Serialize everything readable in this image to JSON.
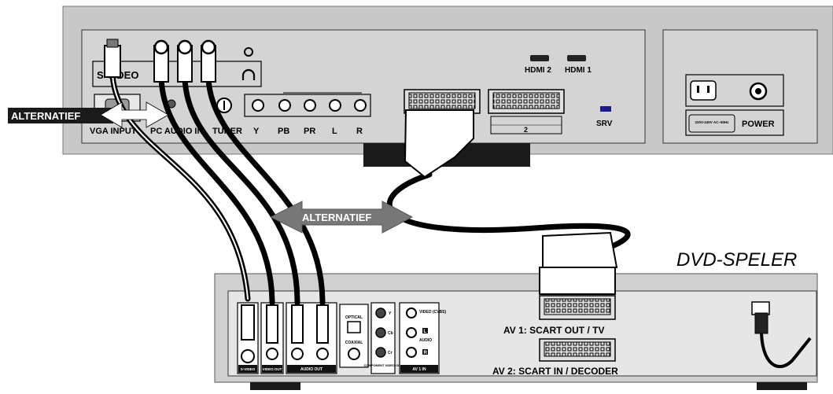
{
  "tv": {
    "svideo_label": "S-VIDEO",
    "vga_input_label": "VGA INPUT",
    "pc_audio_in_label": "PC AUDIO IN",
    "tuner_label": "TUNER",
    "component": [
      "Y",
      "PB",
      "PR",
      "L",
      "R"
    ],
    "hdmi2_label": "HDMI 2",
    "hdmi1_label": "HDMI 1",
    "scart2_number": "2",
    "srv_label": "SRV",
    "voltage_label": "220V-240V AC~50Hz",
    "power_label": "POWER"
  },
  "arrows": {
    "alt_top": "ALTERNATIEF",
    "alt_mid": "ALTERNATIEF"
  },
  "dvd": {
    "title": "DVD-SPELER",
    "svideo_label": "S-VIDEO",
    "videoout_label": "VIDEO OUT",
    "audioout_label": "AUDIO OUT",
    "optical_label": "OPTICAL",
    "coaxial_label": "COAXIAL",
    "component_labels": [
      "Y",
      "Cb",
      "Cr"
    ],
    "component_out_label": "COMPONENT VIDEO OUT",
    "video_cvbs_label": "VIDEO (CVBS)",
    "audio_label": "AUDIO",
    "audio_l": "L",
    "audio_r": "R",
    "av1in_label": "AV 1 IN",
    "scart_out_label": "AV 1: SCART OUT / TV",
    "scart_in_label": "AV 2: SCART IN / DECODER"
  }
}
